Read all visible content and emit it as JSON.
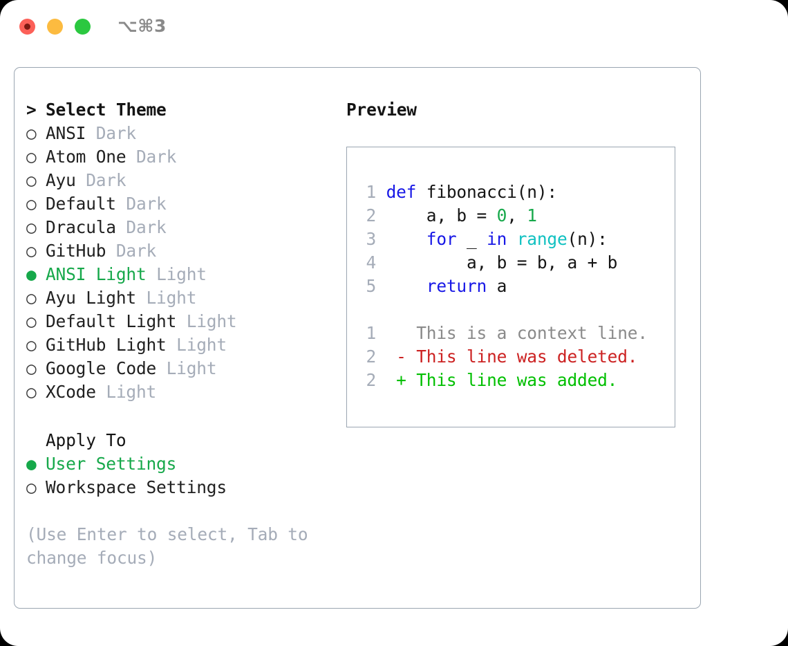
{
  "titlebar": {
    "shortcut": "⌥⌘3",
    "buttons": [
      "close",
      "minimize",
      "maximize"
    ]
  },
  "left": {
    "heading": {
      "marker": ">",
      "label": "Select Theme"
    },
    "themes": [
      {
        "marker": "○",
        "name": "ANSI",
        "kind": "Dark",
        "selected": false
      },
      {
        "marker": "○",
        "name": "Atom One",
        "kind": "Dark",
        "selected": false
      },
      {
        "marker": "○",
        "name": "Ayu",
        "kind": "Dark",
        "selected": false
      },
      {
        "marker": "○",
        "name": "Default",
        "kind": "Dark",
        "selected": false
      },
      {
        "marker": "○",
        "name": "Dracula",
        "kind": "Dark",
        "selected": false
      },
      {
        "marker": "○",
        "name": "GitHub",
        "kind": "Dark",
        "selected": false
      },
      {
        "marker": "●",
        "name": "ANSI Light",
        "kind": "Light",
        "selected": true
      },
      {
        "marker": "○",
        "name": "Ayu Light",
        "kind": "Light",
        "selected": false
      },
      {
        "marker": "○",
        "name": "Default Light",
        "kind": "Light",
        "selected": false
      },
      {
        "marker": "○",
        "name": "GitHub Light",
        "kind": "Light",
        "selected": false
      },
      {
        "marker": "○",
        "name": "Google Code",
        "kind": "Light",
        "selected": false
      },
      {
        "marker": "○",
        "name": "XCode",
        "kind": "Light",
        "selected": false
      }
    ],
    "apply_to": {
      "label": "Apply To",
      "options": [
        {
          "marker": "●",
          "name": "User Settings",
          "selected": true
        },
        {
          "marker": "○",
          "name": "Workspace Settings",
          "selected": false
        }
      ]
    },
    "hint": "(Use Enter to select, Tab to change focus)"
  },
  "right": {
    "title": "Preview",
    "code_lines": [
      {
        "no": "1",
        "tokens": [
          {
            "t": "def",
            "c": "kw"
          },
          {
            "t": " fibonacci(n):",
            "c": "plain"
          }
        ]
      },
      {
        "no": "2",
        "tokens": [
          {
            "t": "    a, b = ",
            "c": "plain"
          },
          {
            "t": "0",
            "c": "num"
          },
          {
            "t": ", ",
            "c": "plain"
          },
          {
            "t": "1",
            "c": "num"
          }
        ]
      },
      {
        "no": "3",
        "tokens": [
          {
            "t": "    ",
            "c": "plain"
          },
          {
            "t": "for",
            "c": "kw"
          },
          {
            "t": " _ ",
            "c": "plain"
          },
          {
            "t": "in",
            "c": "kw"
          },
          {
            "t": " ",
            "c": "plain"
          },
          {
            "t": "range",
            "c": "fn"
          },
          {
            "t": "(n):",
            "c": "plain"
          }
        ]
      },
      {
        "no": "4",
        "tokens": [
          {
            "t": "        a, b = b, a + b",
            "c": "plain"
          }
        ]
      },
      {
        "no": "5",
        "tokens": [
          {
            "t": "    ",
            "c": "plain"
          },
          {
            "t": "return",
            "c": "kw"
          },
          {
            "t": " a",
            "c": "plain"
          }
        ]
      }
    ],
    "diff_lines": [
      {
        "no": "1",
        "sign": " ",
        "text": " This is a context line.",
        "kind": "ctx"
      },
      {
        "no": "2",
        "sign": "-",
        "text": " This line was deleted.",
        "kind": "del"
      },
      {
        "no": "2",
        "sign": "+",
        "text": " This line was added.",
        "kind": "add"
      }
    ]
  },
  "colors": {
    "accent_green": "#16a84a",
    "keyword_blue": "#1818e6",
    "function_cyan": "#11c1c1",
    "number_green": "#16a84a",
    "diff_delete_red": "#cc2222",
    "diff_add_green": "#00bf00",
    "muted_gray": "#a5acb8",
    "border_gray": "#9aa5b1"
  }
}
